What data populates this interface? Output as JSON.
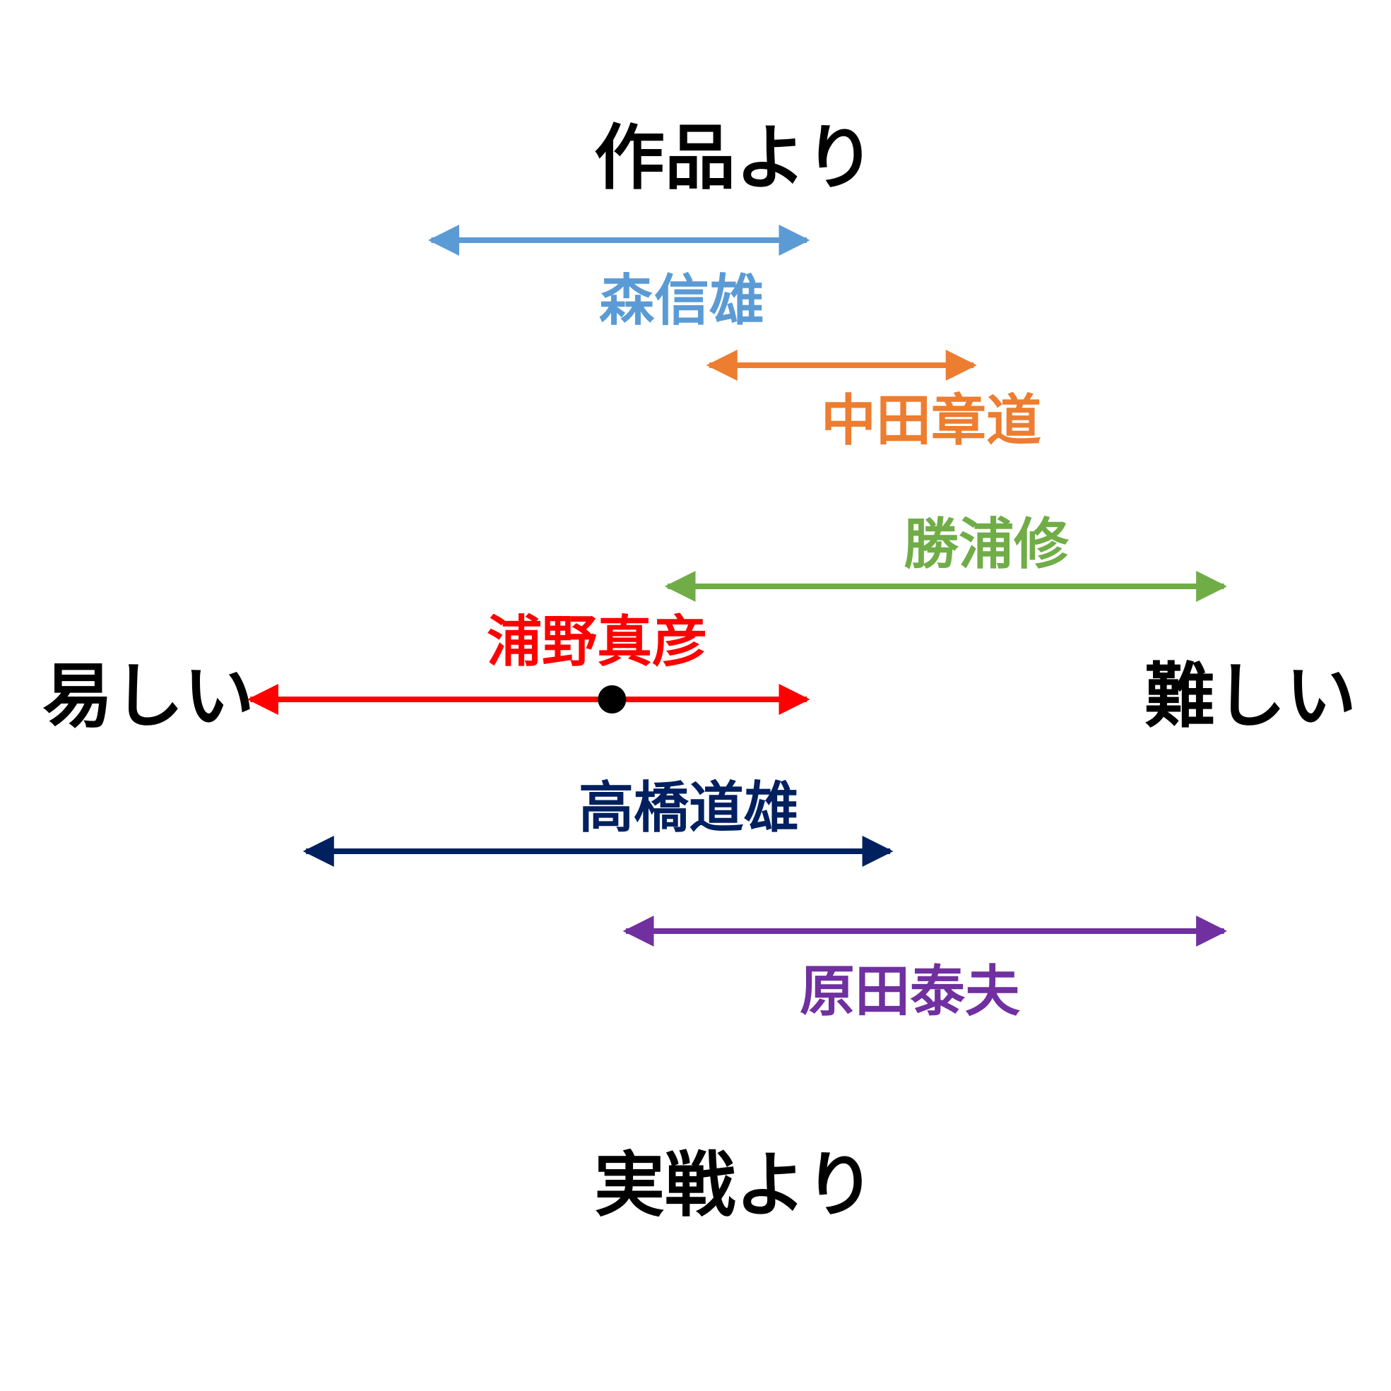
{
  "axes": {
    "top": "作品より",
    "bottom": "実戦より",
    "left": "易しい",
    "right": "難しい"
  },
  "authors": [
    {
      "name": "森信雄",
      "color": "#5B9BD5",
      "from": 0.31,
      "to": 0.58,
      "marker": null
    },
    {
      "name": "中田章道",
      "color": "#ED7D31",
      "from": 0.51,
      "to": 0.7,
      "marker": null
    },
    {
      "name": "勝浦修",
      "color": "#70AD47",
      "from": 0.48,
      "to": 0.88,
      "marker": null
    },
    {
      "name": "浦野真彦",
      "color": "#FF0000",
      "from": 0.18,
      "to": 0.58,
      "marker": 0.44
    },
    {
      "name": "高橋道雄",
      "color": "#002060",
      "from": 0.22,
      "to": 0.64,
      "marker": null
    },
    {
      "name": "原田泰夫",
      "color": "#7030A0",
      "from": 0.45,
      "to": 0.88,
      "marker": null
    }
  ],
  "marker_color": "#000000",
  "axis_color": "#000000"
}
